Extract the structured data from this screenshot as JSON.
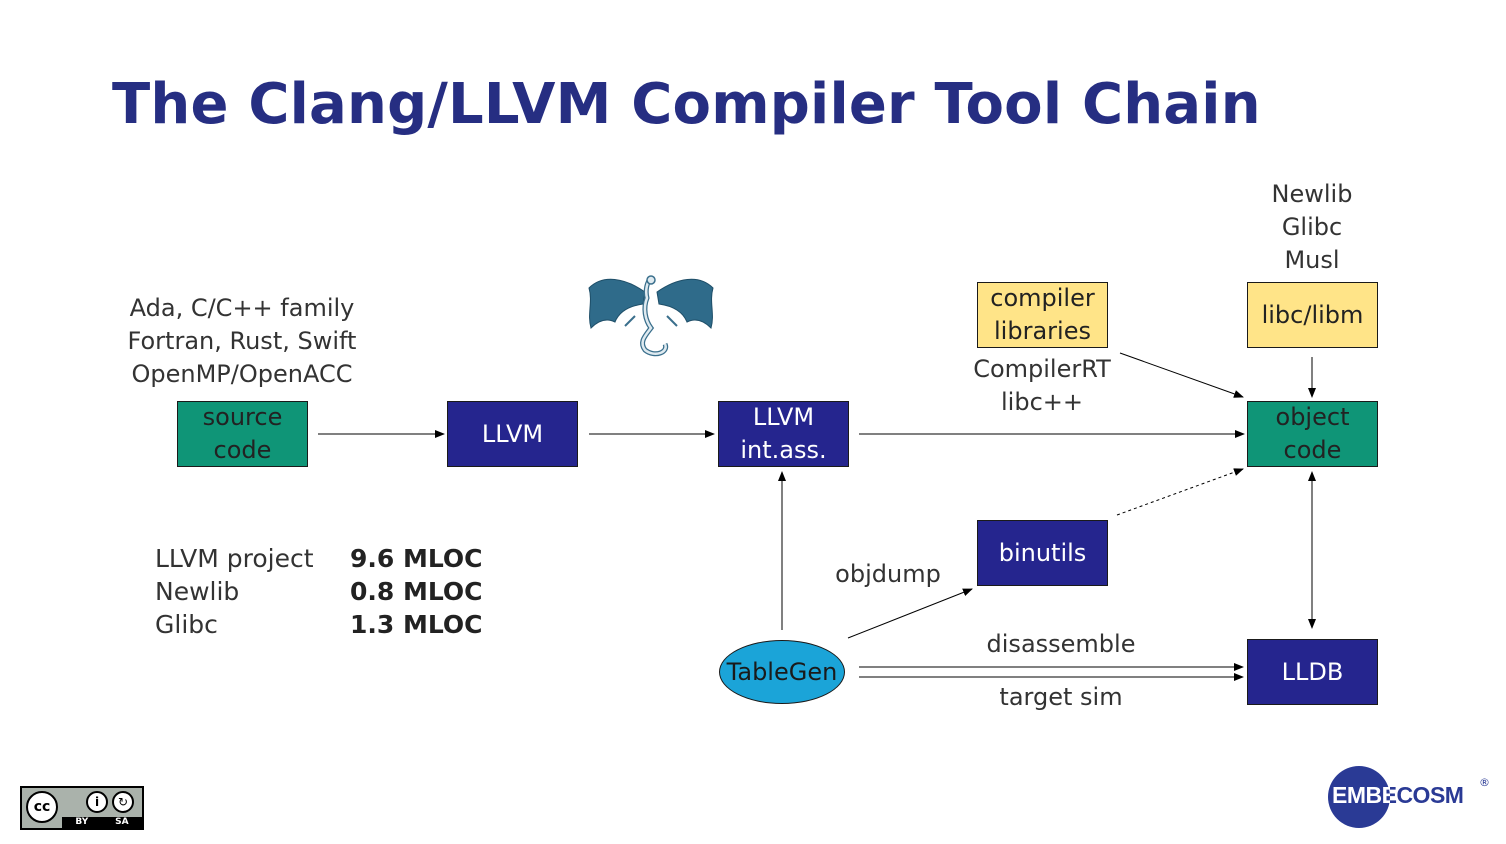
{
  "slide": {
    "title": "The Clang/LLVM Compiler Tool Chain"
  },
  "languages": {
    "text": "Ada, C/C++ family\nFortran, Rust, Swift\nOpenMP/OpenACC"
  },
  "nodes": {
    "source_code": "source\ncode",
    "llvm": "LLVM",
    "llvm_ir": "LLVM\nint.ass.",
    "compiler_libraries": "compiler\nlibraries",
    "libc_libm": "libc/libm",
    "object_code": "object\ncode",
    "binutils": "binutils",
    "tablegen": "TableGen",
    "lldb": "LLDB"
  },
  "annotations": {
    "compiler_rt": "CompilerRT\nlibc++",
    "libc_variants": "Newlib\nGlibc\nMusl",
    "objdump": "objdump",
    "disassemble": "disassemble",
    "target_sim": "target sim"
  },
  "stats": [
    {
      "name": "LLVM project",
      "value": "9.6 MLOC"
    },
    {
      "name": "Newlib",
      "value": "0.8 MLOC"
    },
    {
      "name": "Glibc",
      "value": "1.3 MLOC"
    }
  ],
  "license": {
    "cc": "cc",
    "by": "BY",
    "sa": "SA"
  },
  "brand": {
    "logo_text": "EMBECOSM",
    "registered": "®"
  },
  "colors": {
    "title": "#262e82",
    "navy_box": "#25258e",
    "green_box": "#0f9577",
    "yellow_box": "#ffe488",
    "tablegen": "#1ba4d8"
  }
}
